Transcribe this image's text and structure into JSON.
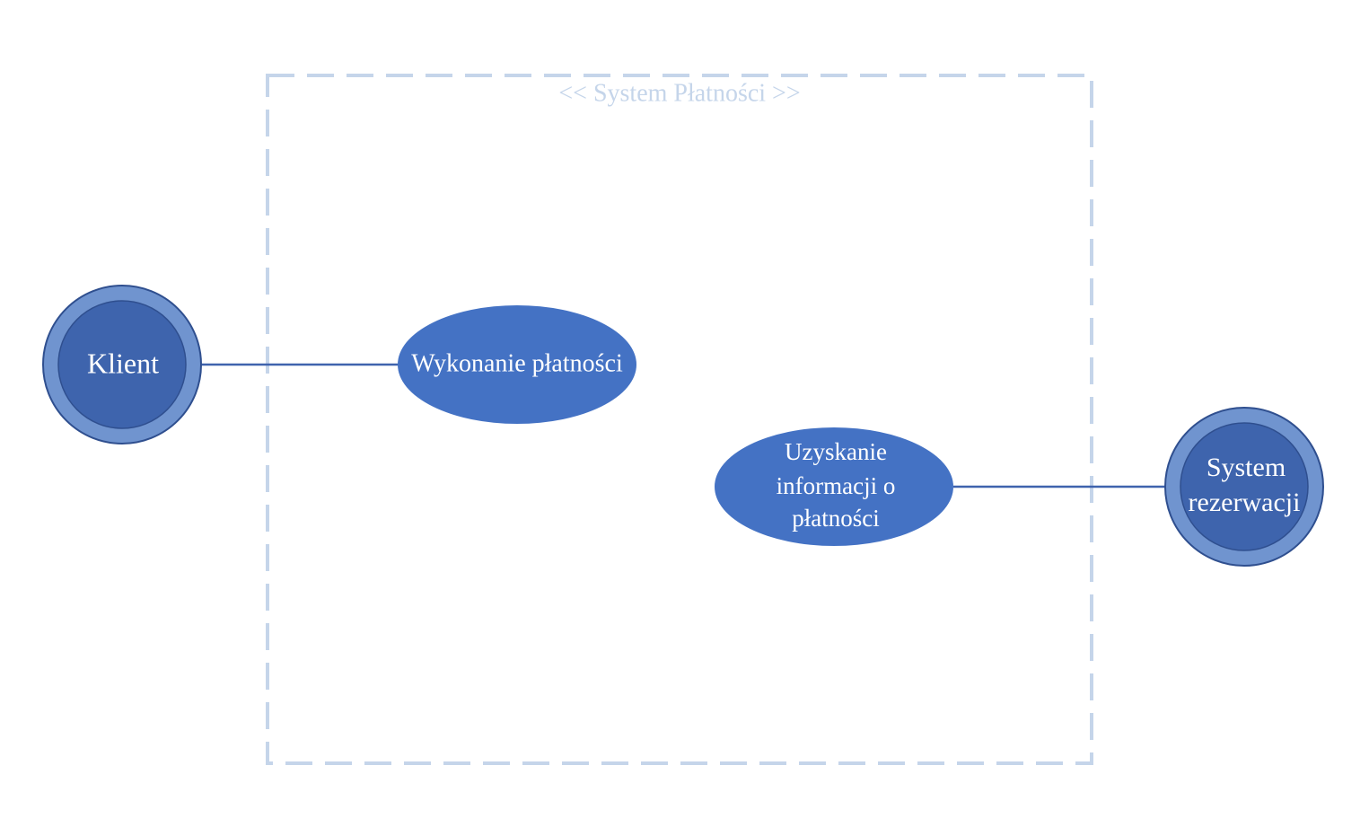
{
  "system_boundary": {
    "label": "<< System Płatności >>",
    "stroke_color": "#c5d5ea"
  },
  "actors": [
    {
      "id": "klient",
      "label": "Klient"
    },
    {
      "id": "system-rezerwacji",
      "label_lines": [
        "System",
        "rezerwacji"
      ]
    }
  ],
  "use_cases": [
    {
      "id": "wykonanie-platnosci",
      "label": "Wykonanie płatności"
    },
    {
      "id": "uzyskanie-informacji",
      "label_lines": [
        "Uzyskanie",
        "informacji o",
        "płatności"
      ]
    }
  ],
  "colors": {
    "actor_outer": "#7094cf",
    "actor_inner": "#3e64ad",
    "actor_stroke": "#2f4f8f",
    "use_case_fill": "#4472c4",
    "connector": "#3f63ad",
    "text": "#ffffff"
  }
}
